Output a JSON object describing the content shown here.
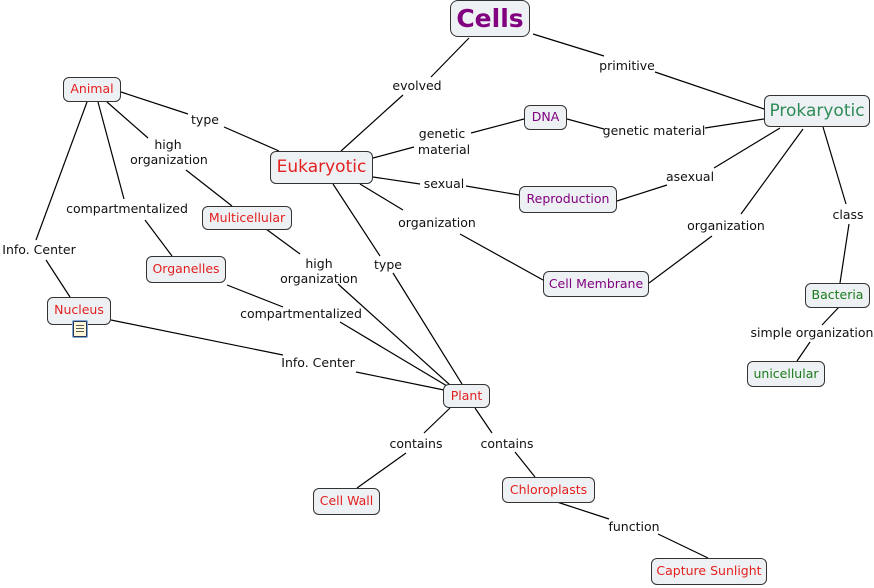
{
  "colors": {
    "purple": "#800080",
    "red": "#e41f1f",
    "green": "#2e8b57",
    "dark_green": "#1a7a1a",
    "line": "#000000",
    "node_bg": "#eef1f4"
  },
  "nodes": {
    "cells": "Cells",
    "eukaryotic": "Eukaryotic",
    "prokaryotic": "Prokaryotic",
    "animal": "Animal",
    "dna": "DNA",
    "reproduction": "Reproduction",
    "cell_membrane": "Cell Membrane",
    "multicellular": "Multicellular",
    "organelles": "Organelles",
    "nucleus": "Nucleus",
    "plant": "Plant",
    "cell_wall": "Cell Wall",
    "chloroplasts": "Chloroplasts",
    "capture_sunlight": "Capture Sunlight",
    "bacteria": "Bacteria",
    "unicellular": "unicellular"
  },
  "nucleus_attachment_icon": "document-icon",
  "links": {
    "evolved": "evolved",
    "primitive": "primitive",
    "type_animal": "type",
    "genetic_material_1": "genetic",
    "genetic_material_2": "material",
    "genetic_material_prok": "genetic material",
    "sexual": "sexual",
    "asexual": "asexual",
    "organization_euk": "organization",
    "organization_prok": "organization",
    "high_org_animal_1": "high",
    "high_org_animal_2": "organization",
    "compartmentalized_animal": "compartmentalized",
    "info_center_animal": "Info. Center",
    "high_org_plant_1": "high",
    "high_org_plant_2": "organization",
    "type_plant": "type",
    "compartmentalized_plant": "compartmentalized",
    "info_center_plant": "Info. Center",
    "contains_wall": "contains",
    "contains_chloro": "contains",
    "function": "function",
    "class": "class",
    "simple_organization": "simple organization"
  }
}
